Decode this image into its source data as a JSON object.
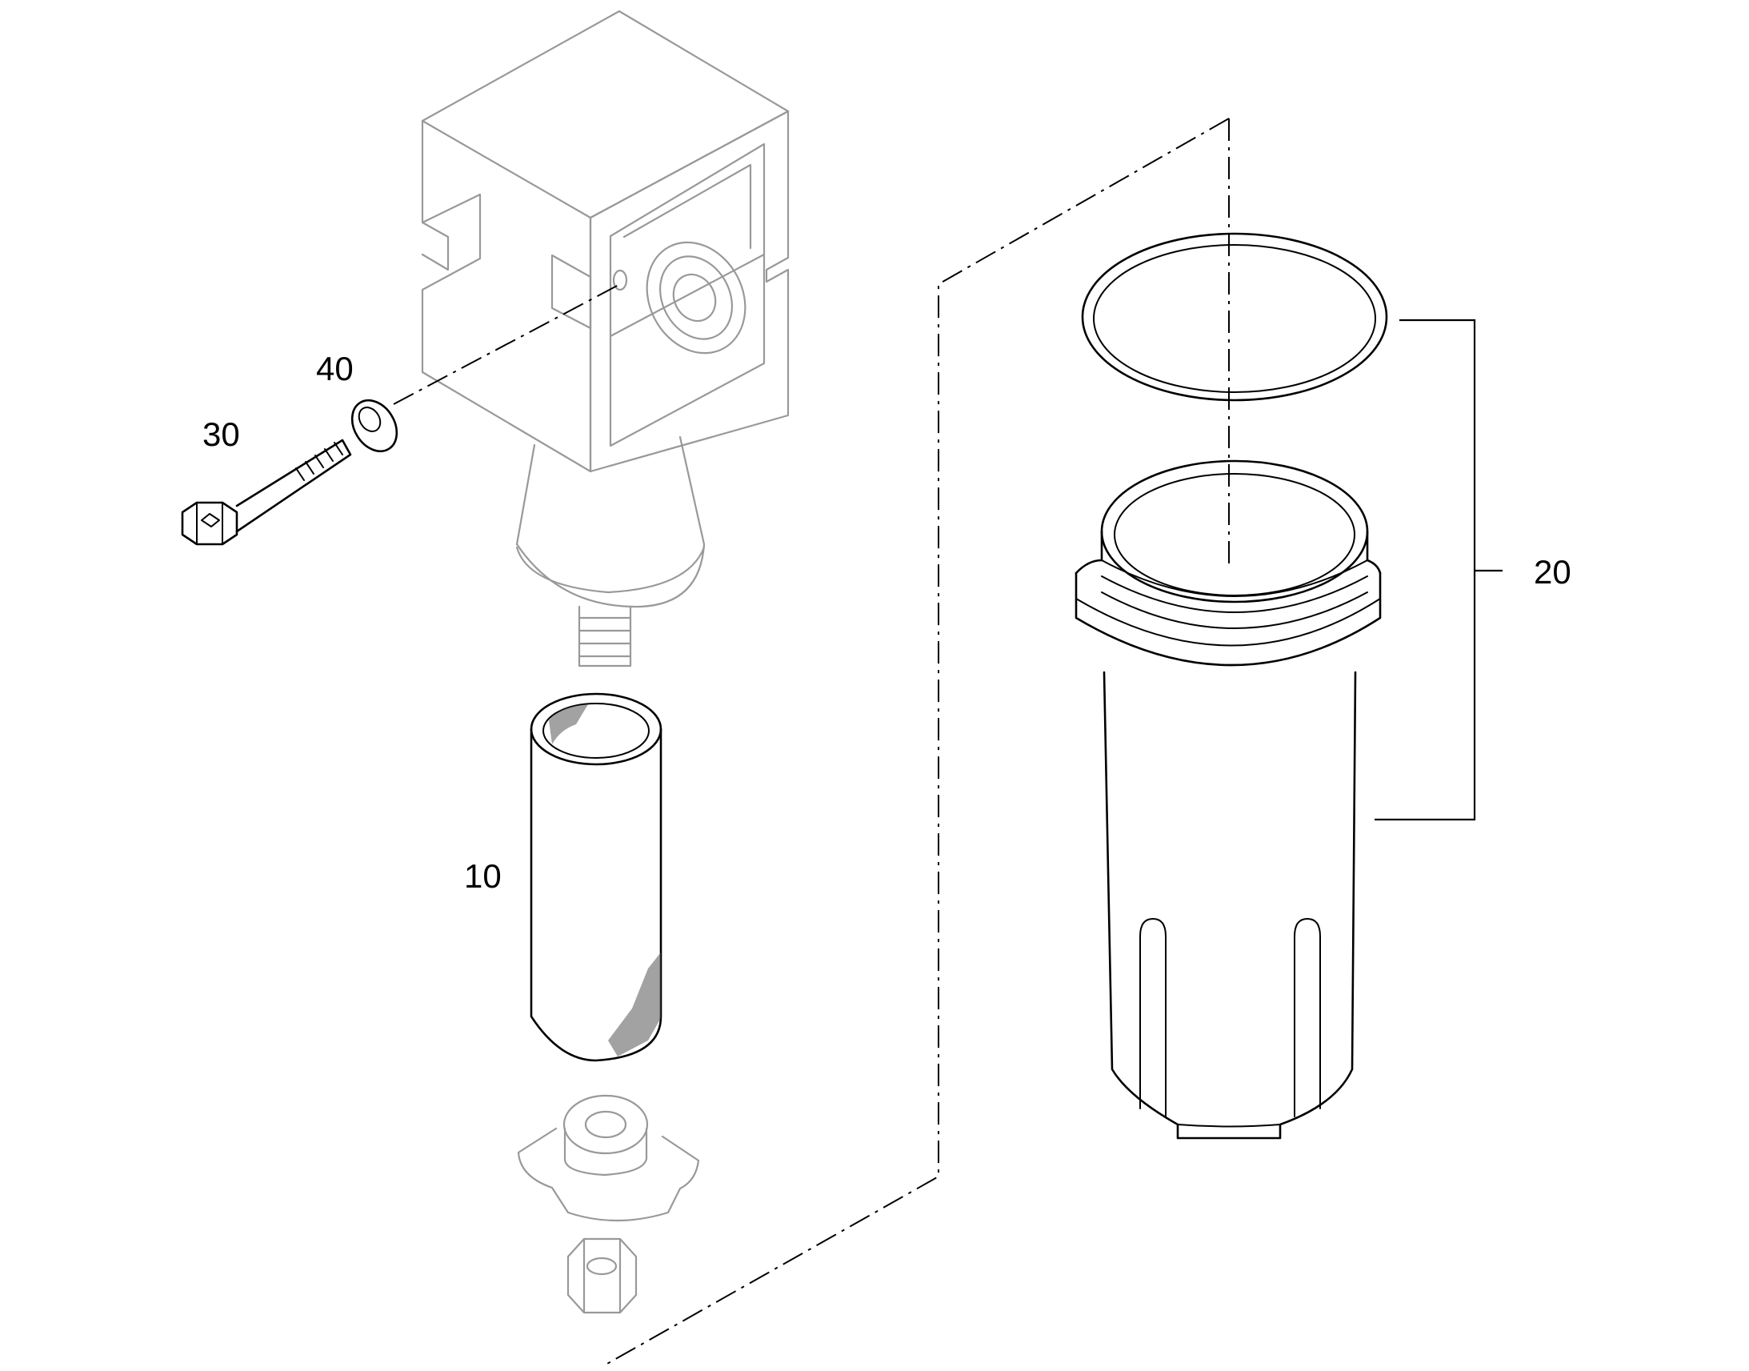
{
  "callouts": {
    "item_10": "10",
    "item_20": "20",
    "item_30": "30",
    "item_40": "40"
  },
  "colors": {
    "line": "#000000",
    "ghost_line": "#999999",
    "background": "#ffffff"
  }
}
